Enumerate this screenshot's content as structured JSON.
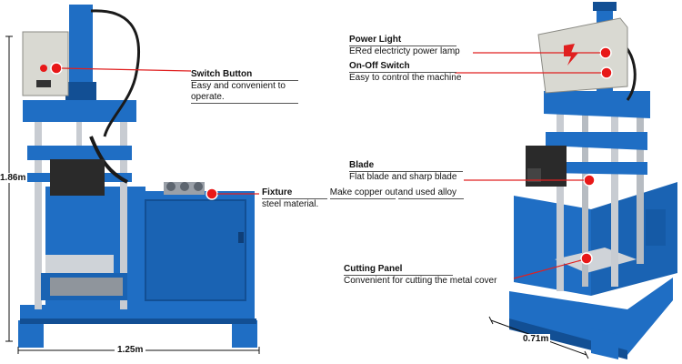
{
  "colors": {
    "machine_blue": "#1f6ec4",
    "machine_blue_dark": "#124f94",
    "control_box": "#d9d9d2",
    "leader_red": "#e02020",
    "dot_red": "#e81818"
  },
  "dimensions": {
    "height_left": "1.86m",
    "width_left": "1.25m",
    "depth_right": "0.71m"
  },
  "callouts": {
    "switch_button": {
      "title": "Switch Button",
      "lines": [
        "Easy and convenient to",
        "operate."
      ]
    },
    "fixture": {
      "title": "Fixture",
      "lines": [
        "Make copper out",
        "and used alloy",
        "steel material."
      ]
    },
    "power_light": {
      "title": "Power Light",
      "lines": [
        "ERed electricty power lamp"
      ]
    },
    "on_off_switch": {
      "title": "On-Off Switch",
      "lines": [
        "Easy to control the machine"
      ]
    },
    "blade": {
      "title": "Blade",
      "lines": [
        "Flat blade and sharp blade"
      ]
    },
    "cutting_panel": {
      "title": "Cutting Panel",
      "lines": [
        "Convenient for cutting the metal cover"
      ]
    }
  }
}
